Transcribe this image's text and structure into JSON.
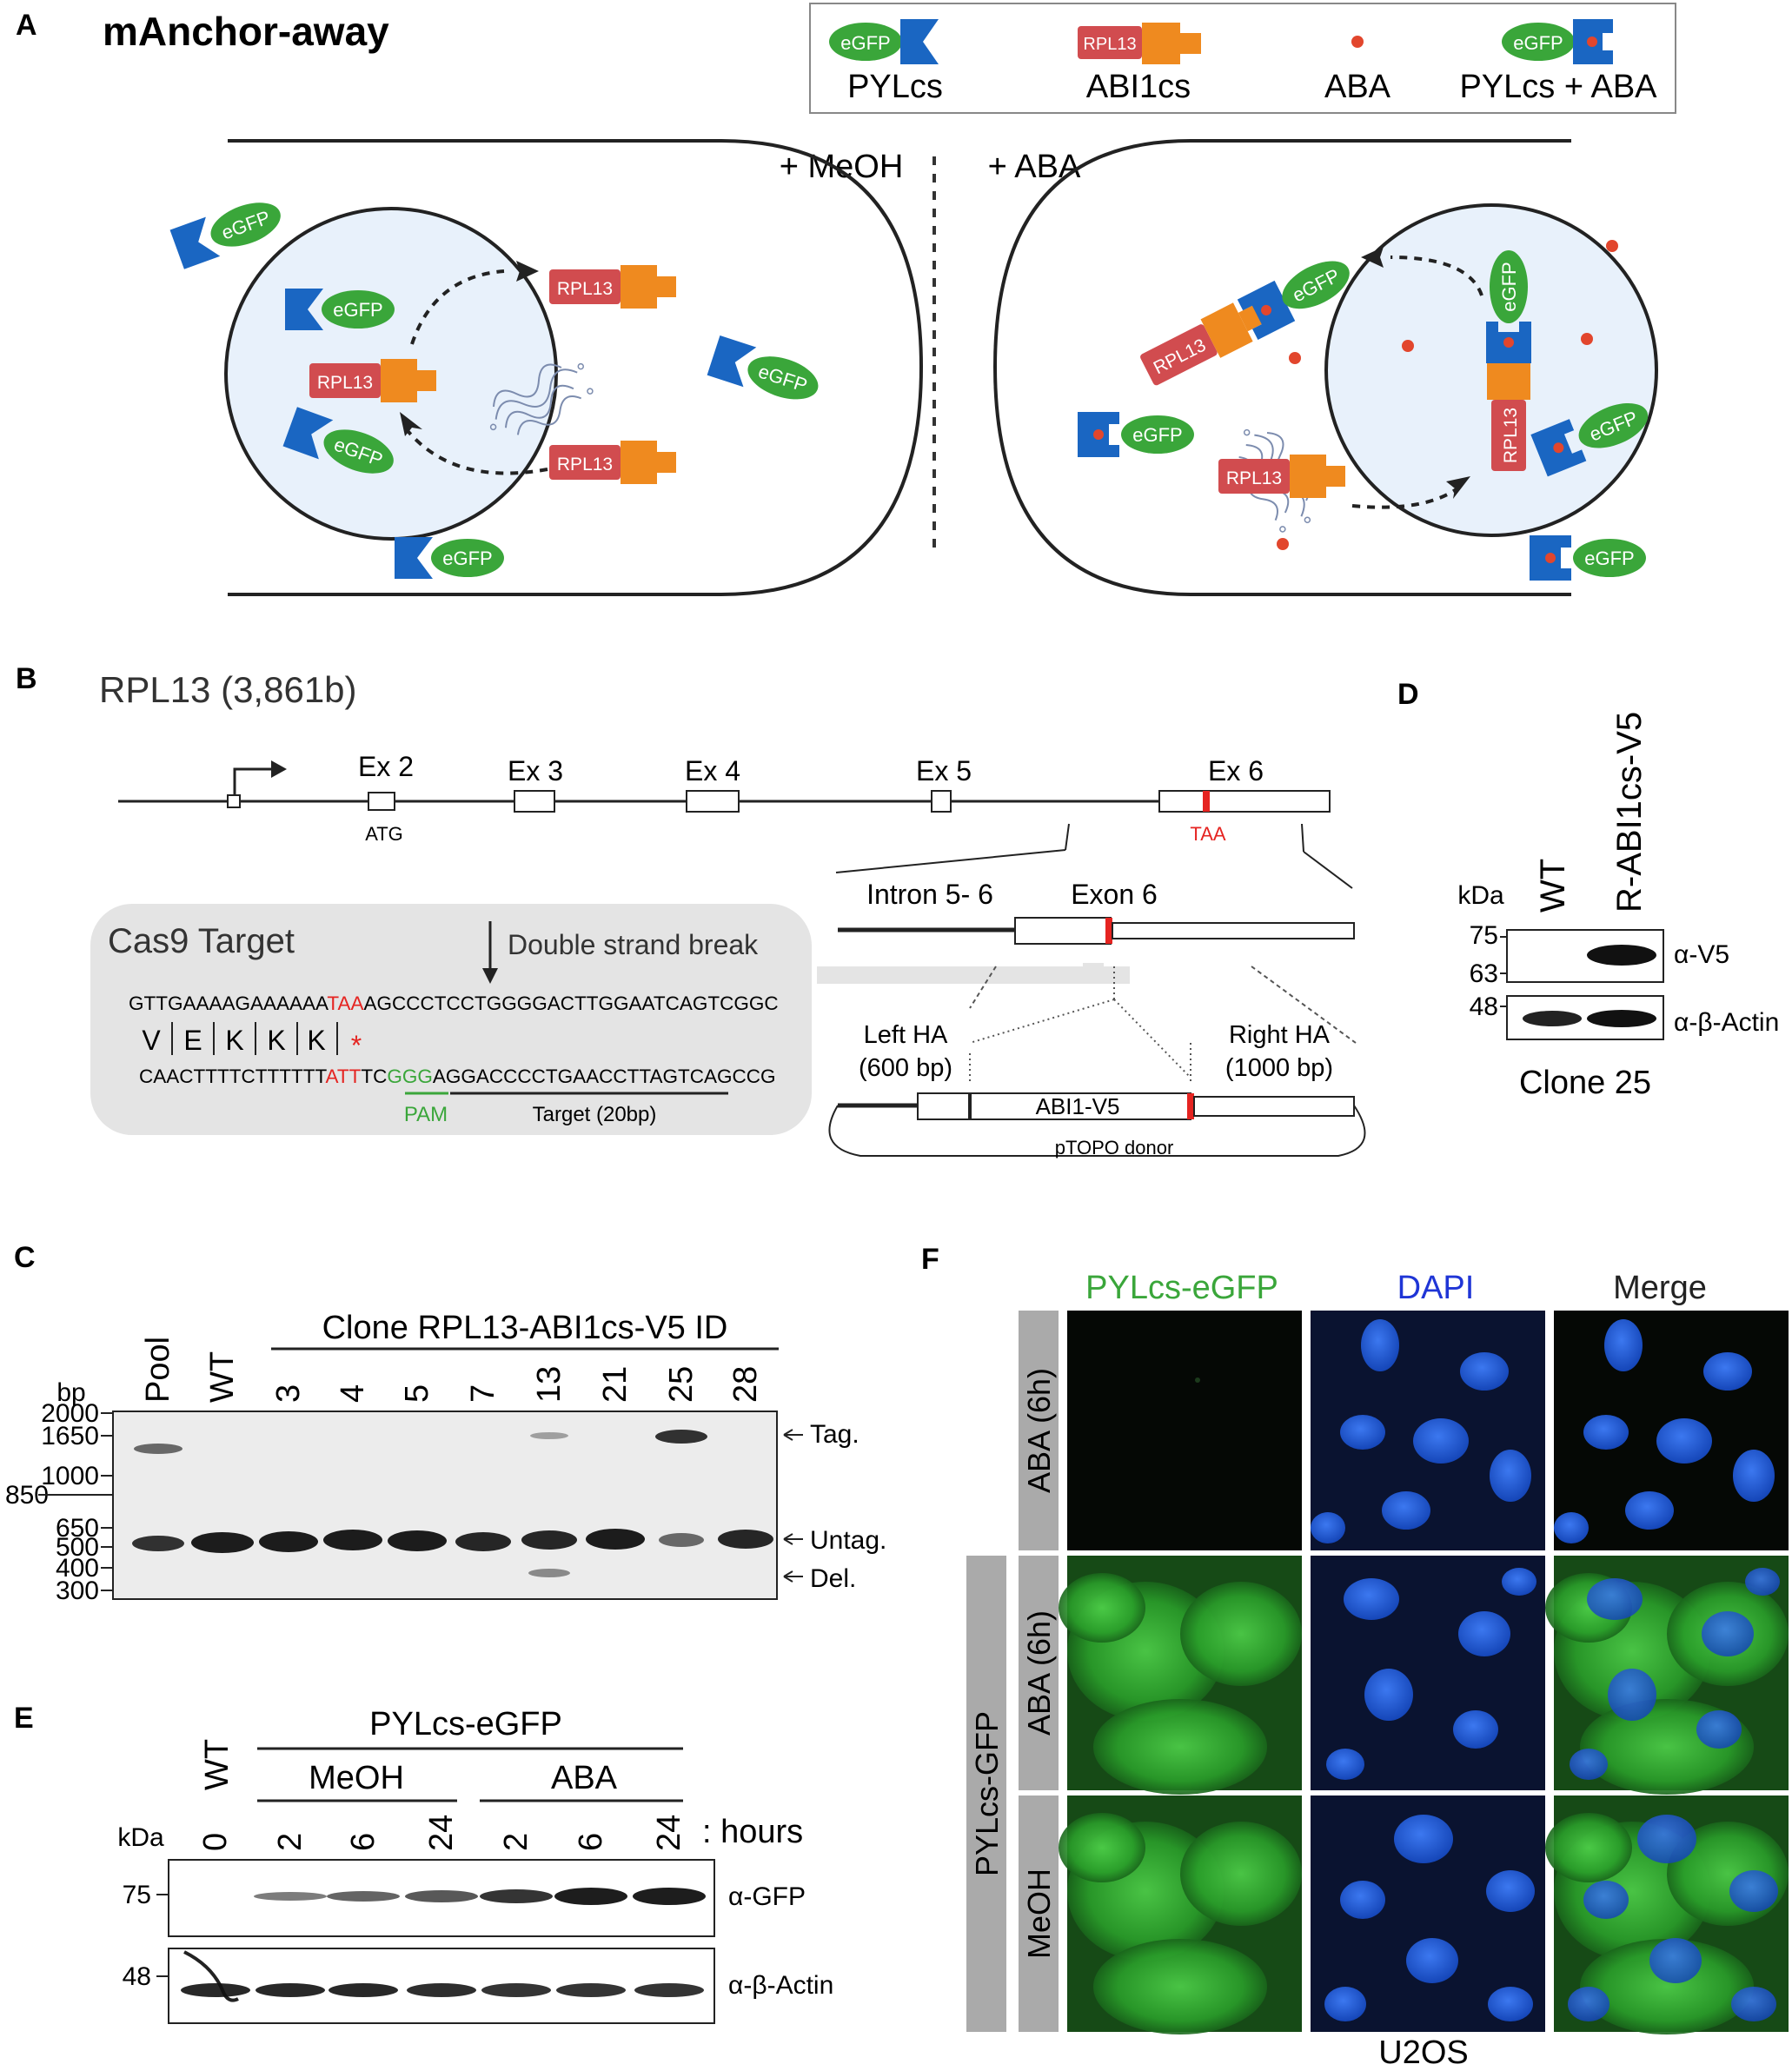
{
  "colors": {
    "egfp": "#3aa63a",
    "pylcs": "#1a66c2",
    "rpl13": "#d14c4f",
    "abi1": "#ef8a1f",
    "aba": "#e2462d",
    "nucleus": "#e8f1fb",
    "red_text": "#e52421",
    "green_text": "#3aa63a",
    "dapi_text": "#1f35d6"
  },
  "icons": [
    "pylcs-icon",
    "abi1cs-icon",
    "aba-dot-icon",
    "pylcs-aba-icon",
    "golgi-icon"
  ],
  "panelA": {
    "letter": "A",
    "title": "mAnchor-away",
    "legend": {
      "egfp": "eGFP",
      "rpl13": "RPL13",
      "pylcs": "PYLcs",
      "abi1cs": "ABI1cs",
      "aba": "ABA",
      "pylcs_aba": "PYLcs + ABA"
    },
    "meoh": "+ MeOH",
    "aba_cond": "+ ABA",
    "egfp": "eGFP",
    "rpl13": "RPL13"
  },
  "panelB": {
    "letter": "B",
    "gene": "RPL13 (3,861b)",
    "exons": [
      "Ex 2",
      "Ex 3",
      "Ex 4",
      "Ex 5",
      "Ex 6"
    ],
    "atg": "ATG",
    "taa": "TAA",
    "intron": "Intron 5- 6",
    "exon6": "Exon 6",
    "cas9_title": "Cas9 Target",
    "dsb": "Double strand break",
    "seq_top_a": "GTTGAAAAGAAAAAA",
    "seq_top_b": "TAA",
    "seq_top_c": "AGCCCTCCTGGGGACTTGGAATCAGTCGGC",
    "aa": [
      "V",
      "E",
      "K",
      "K",
      "K"
    ],
    "stop": "*",
    "seq_bot_a": "CAACTTTTCTTTTTT",
    "seq_bot_b": "ATT",
    "seq_bot_c": "TC",
    "seq_bot_d": "GGG",
    "seq_bot_e": "AGGACCCCTGAACCTTAGTCAGCCG",
    "pam": "PAM",
    "target": "Target (20bp)",
    "left_ha": "Left HA",
    "left_bp": "(600 bp)",
    "right_ha": "Right HA",
    "right_bp": "(1000 bp)",
    "abi1": "ABI1-V5",
    "donor": "pTOPO donor"
  },
  "panelC": {
    "letter": "C",
    "header": "Clone RPL13-ABI1cs-V5 ID",
    "bp": "bp",
    "lanes": [
      "Pool",
      "WT",
      "3",
      "4",
      "5",
      "7",
      "13",
      "21",
      "25",
      "28"
    ],
    "markers": [
      "2000",
      "1650",
      "1000",
      "850",
      "650",
      "500",
      "400",
      "300"
    ],
    "tag": "Tag.",
    "untag": "Untag.",
    "del": "Del."
  },
  "panelD": {
    "letter": "D",
    "kda": "kDa",
    "lanes": [
      "WT",
      "R-ABI1cs-V5"
    ],
    "m75": "75",
    "m63": "63",
    "m48": "48",
    "v5": "α-V5",
    "actin": "α-β-Actin",
    "clone": "Clone 25"
  },
  "panelE": {
    "letter": "E",
    "wt": "WT",
    "pyl": "PYLcs-eGFP",
    "meoh": "MeOH",
    "aba": "ABA",
    "kda": "kDa",
    "hours": [
      "0",
      "2",
      "6",
      "24",
      "2",
      "6",
      "24"
    ],
    "hours_lbl": ": hours",
    "m75": "75",
    "m48": "48",
    "gfp": "α-GFP",
    "actin": "α-β-Actin"
  },
  "panelF": {
    "letter": "F",
    "cols": [
      "PYLcs-eGFP",
      "DAPI",
      "Merge"
    ],
    "rows": [
      "ABA (6h)",
      "ABA (6h)",
      "MeOH"
    ],
    "group": "PYLcs-GFP",
    "cell": "U2OS"
  }
}
